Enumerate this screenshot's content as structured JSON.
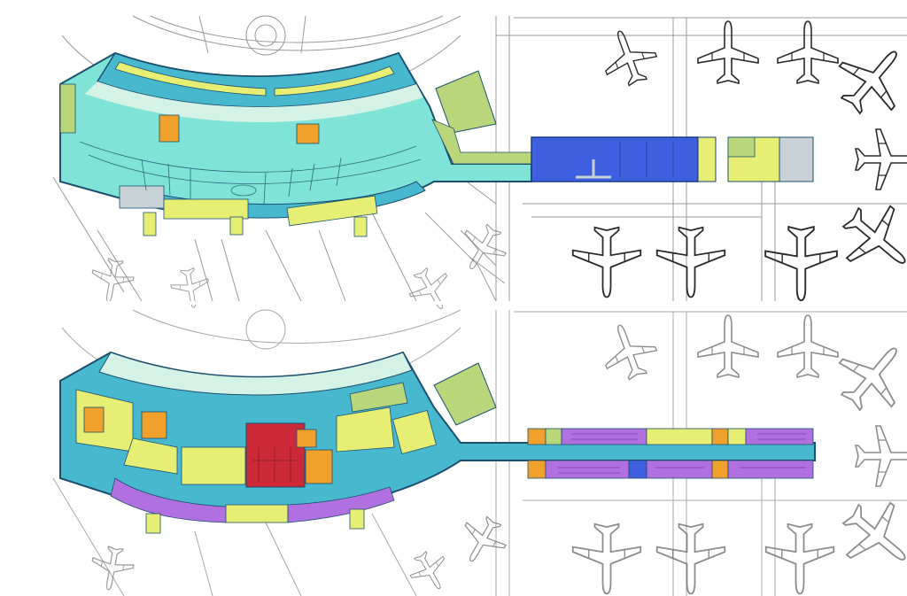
{
  "image": {
    "description_text": "",
    "panels": [
      {
        "id": "upper-level",
        "tone": "light"
      },
      {
        "id": "lower-level",
        "tone": "faded"
      }
    ]
  },
  "colors": {
    "background": "#ffffff",
    "linework": "#9a9a9a",
    "aircraft": "#2a2a2a",
    "circulation_upper": "#7fe3d8",
    "circulation_lower": "#48b8cf",
    "outline": "#1c4f6e",
    "yellow_zone": "#e6ef74",
    "lime_zone": "#b9d77a",
    "orange_zone": "#f0a12c",
    "blue_zone": "#3d5fe0",
    "grey_zone": "#c8d2d6",
    "red_zone": "#cc2a38",
    "purple_zone": "#b070e0",
    "pale_zone": "#d4f2e6"
  },
  "icons": [
    "aircraft-icon"
  ]
}
